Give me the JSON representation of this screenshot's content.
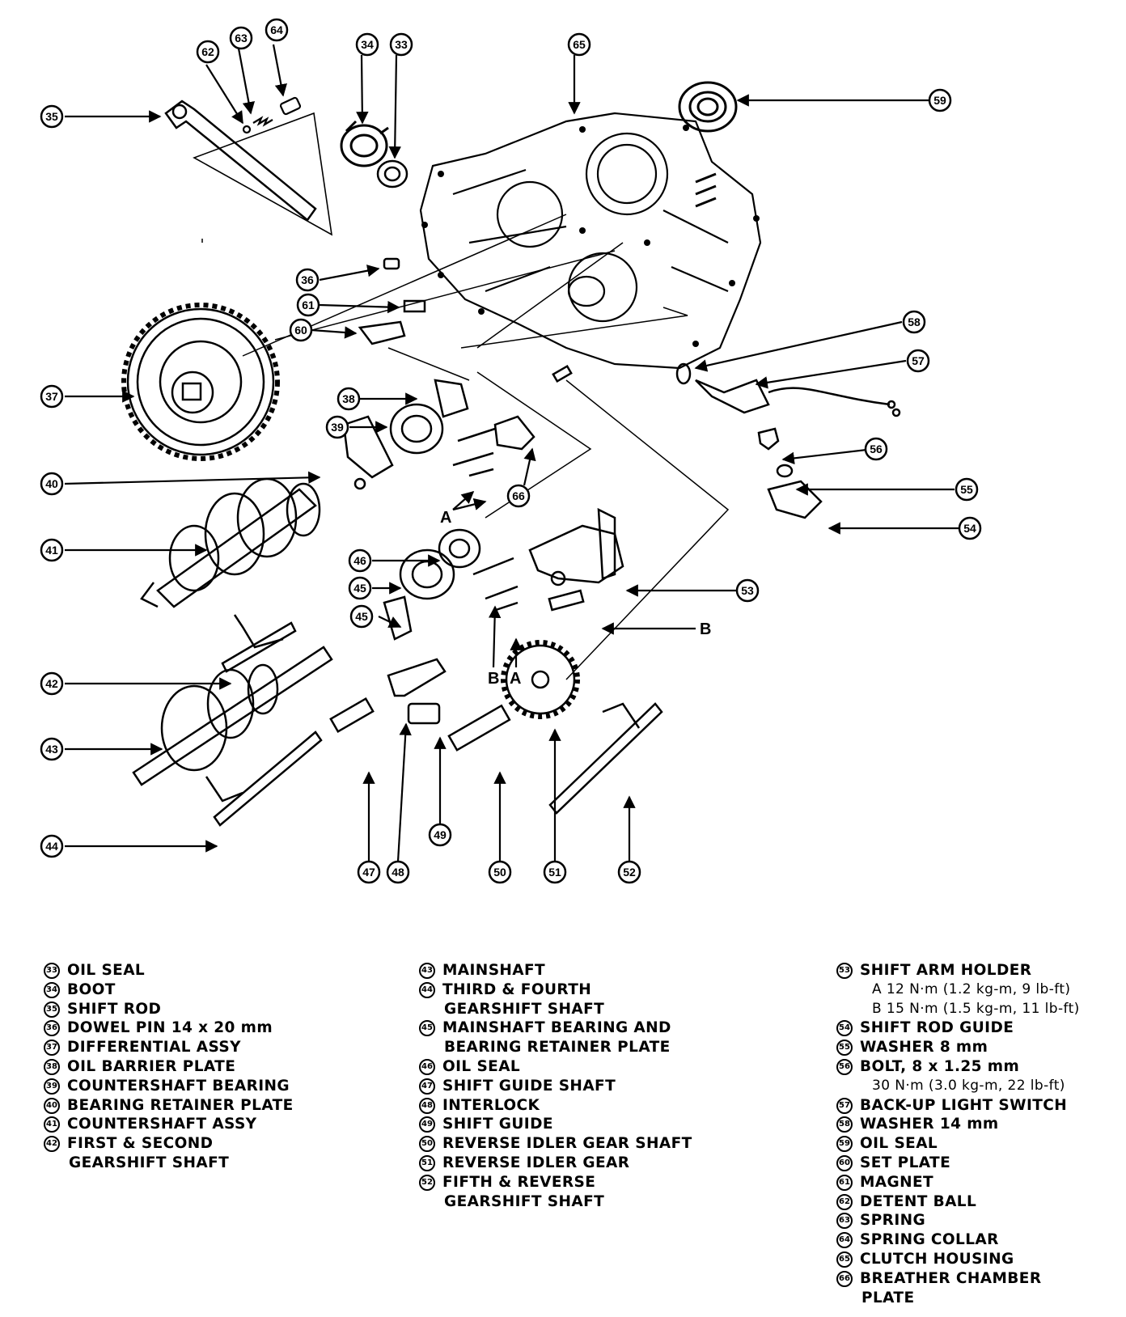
{
  "callouts": [
    {
      "num": "62"
    },
    {
      "num": "63"
    },
    {
      "num": "64"
    },
    {
      "num": "34"
    },
    {
      "num": "33"
    },
    {
      "num": "65"
    },
    {
      "num": "59"
    },
    {
      "num": "35"
    },
    {
      "num": "36"
    },
    {
      "num": "61"
    },
    {
      "num": "60"
    },
    {
      "num": "58"
    },
    {
      "num": "57"
    },
    {
      "num": "37"
    },
    {
      "num": "38"
    },
    {
      "num": "39"
    },
    {
      "num": "40"
    },
    {
      "num": "66"
    },
    {
      "num": "56"
    },
    {
      "num": "55"
    },
    {
      "num": "54"
    },
    {
      "num": "41"
    },
    {
      "num": "46"
    },
    {
      "num": "45"
    },
    {
      "num": "53"
    },
    {
      "num": "45"
    },
    {
      "num": "42"
    },
    {
      "num": "43"
    },
    {
      "num": "44"
    },
    {
      "num": "47"
    },
    {
      "num": "48"
    },
    {
      "num": "49"
    },
    {
      "num": "50"
    },
    {
      "num": "51"
    },
    {
      "num": "52"
    }
  ],
  "letters": {
    "a1": "A",
    "b_right": "B",
    "b_low": "B",
    "a_low": "A"
  },
  "legend": {
    "col1": [
      {
        "num": "33",
        "text": "OIL SEAL"
      },
      {
        "num": "34",
        "text": "BOOT"
      },
      {
        "num": "35",
        "text": "SHIFT ROD"
      },
      {
        "num": "36",
        "text": "DOWEL PIN 14 x 20 mm"
      },
      {
        "num": "37",
        "text": "DIFFERENTIAL ASSY"
      },
      {
        "num": "38",
        "text": "OIL BARRIER PLATE"
      },
      {
        "num": "39",
        "text": "COUNTERSHAFT BEARING"
      },
      {
        "num": "40",
        "text": "BEARING RETAINER PLATE"
      },
      {
        "num": "41",
        "text": "COUNTERSHAFT ASSY"
      },
      {
        "num": "42",
        "text": "FIRST & SECOND",
        "cont": "GEARSHIFT SHAFT"
      }
    ],
    "col2": [
      {
        "num": "43",
        "text": "MAINSHAFT"
      },
      {
        "num": "44",
        "text": "THIRD & FOURTH",
        "cont": "GEARSHIFT SHAFT"
      },
      {
        "num": "45",
        "text": "MAINSHAFT BEARING AND",
        "cont": "BEARING RETAINER PLATE"
      },
      {
        "num": "46",
        "text": "OIL SEAL"
      },
      {
        "num": "47",
        "text": "SHIFT GUIDE SHAFT"
      },
      {
        "num": "48",
        "text": "INTERLOCK"
      },
      {
        "num": "49",
        "text": "SHIFT GUIDE"
      },
      {
        "num": "50",
        "text": "REVERSE IDLER GEAR SHAFT"
      },
      {
        "num": "51",
        "text": "REVERSE IDLER GEAR"
      },
      {
        "num": "52",
        "text": "FIFTH & REVERSE",
        "cont": "GEARSHIFT SHAFT"
      }
    ],
    "col3": [
      {
        "num": "53",
        "text": "SHIFT ARM HOLDER",
        "spec1": "A 12 N·m (1.2 kg-m, 9 lb-ft)",
        "spec2": "B  15 N·m (1.5 kg-m, 11 lb-ft)"
      },
      {
        "num": "54",
        "text": "SHIFT ROD GUIDE"
      },
      {
        "num": "55",
        "text": "WASHER 8 mm"
      },
      {
        "num": "56",
        "text": "BOLT, 8 x 1.25 mm",
        "spec1": "30 N·m (3.0 kg-m, 22 lb-ft)"
      },
      {
        "num": "57",
        "text": "BACK-UP LIGHT SWITCH"
      },
      {
        "num": "58",
        "text": "WASHER 14 mm"
      },
      {
        "num": "59",
        "text": "OIL SEAL"
      },
      {
        "num": "60",
        "text": "SET PLATE"
      },
      {
        "num": "61",
        "text": "MAGNET"
      },
      {
        "num": "62",
        "text": "DETENT BALL"
      },
      {
        "num": "63",
        "text": "SPRING"
      },
      {
        "num": "64",
        "text": "SPRING COLLAR"
      },
      {
        "num": "65",
        "text": "CLUTCH HOUSING"
      },
      {
        "num": "66",
        "text": "BREATHER CHAMBER",
        "cont": "PLATE"
      }
    ]
  }
}
